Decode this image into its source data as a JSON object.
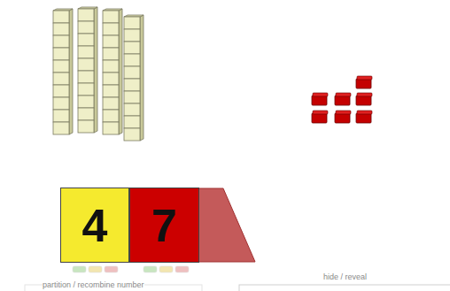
{
  "diagram": {
    "nodes": [
      {
        "text": [
          "4"
        ]
      },
      {
        "text": [
          "7"
        ]
      }
    ],
    "labels": [
      "partition / recombine number",
      "hide / reveal"
    ]
  }
}
